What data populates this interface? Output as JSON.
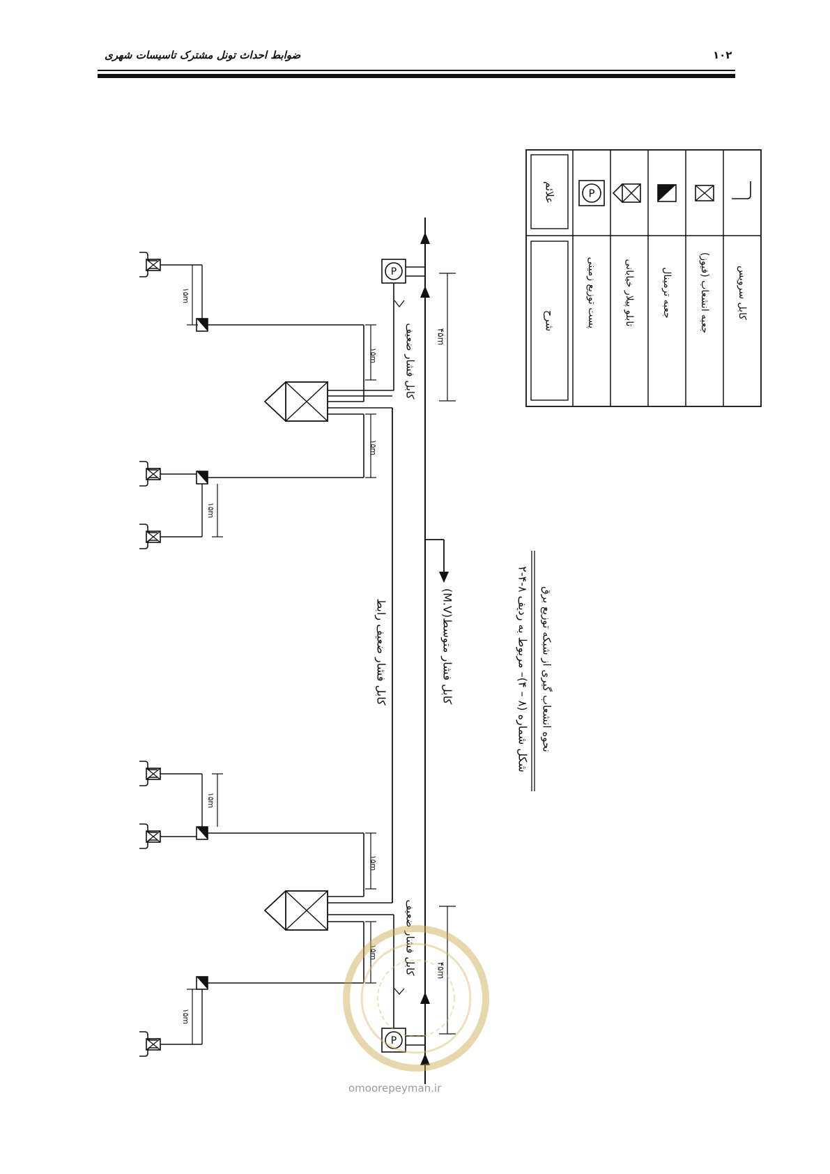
{
  "header": {
    "title": "ضوابط احداث تونل مشترک تاسیسات شهری",
    "page_number": "۱۰۲"
  },
  "legend": {
    "header_symbols": "علائم",
    "header_description": "شرح",
    "items": [
      {
        "label": "پست توزیع زمینی",
        "icon": "ground-substation-icon"
      },
      {
        "label": "تابلو پیلار خیابانی",
        "icon": "pillar-panel-icon"
      },
      {
        "label": "جعبه ترمینال",
        "icon": "terminal-box-icon"
      },
      {
        "label": "جعبه انشعاب (فیوز)",
        "icon": "fuse-box-icon"
      },
      {
        "label": "کابل سرویس",
        "icon": "service-cable-icon"
      }
    ]
  },
  "diagram": {
    "mv_cable": "کابل فشار متوسط(M.V)",
    "lv_link_cable": "کابل فشار ضعیف رابط",
    "lv_cable": "کابل فشار ضعیف",
    "substation_letter": "P",
    "dim_15": "۱۵m",
    "dim_45": "۴۵m"
  },
  "caption": {
    "line1": "شکل شماره (۸ – ۴)– مربوط به ردیف ۸-۴-۲",
    "line2": "نحوه انشعاب گیری از شبکه توزیع برق"
  },
  "watermark": {
    "url": "omoorepeyman.ir"
  }
}
